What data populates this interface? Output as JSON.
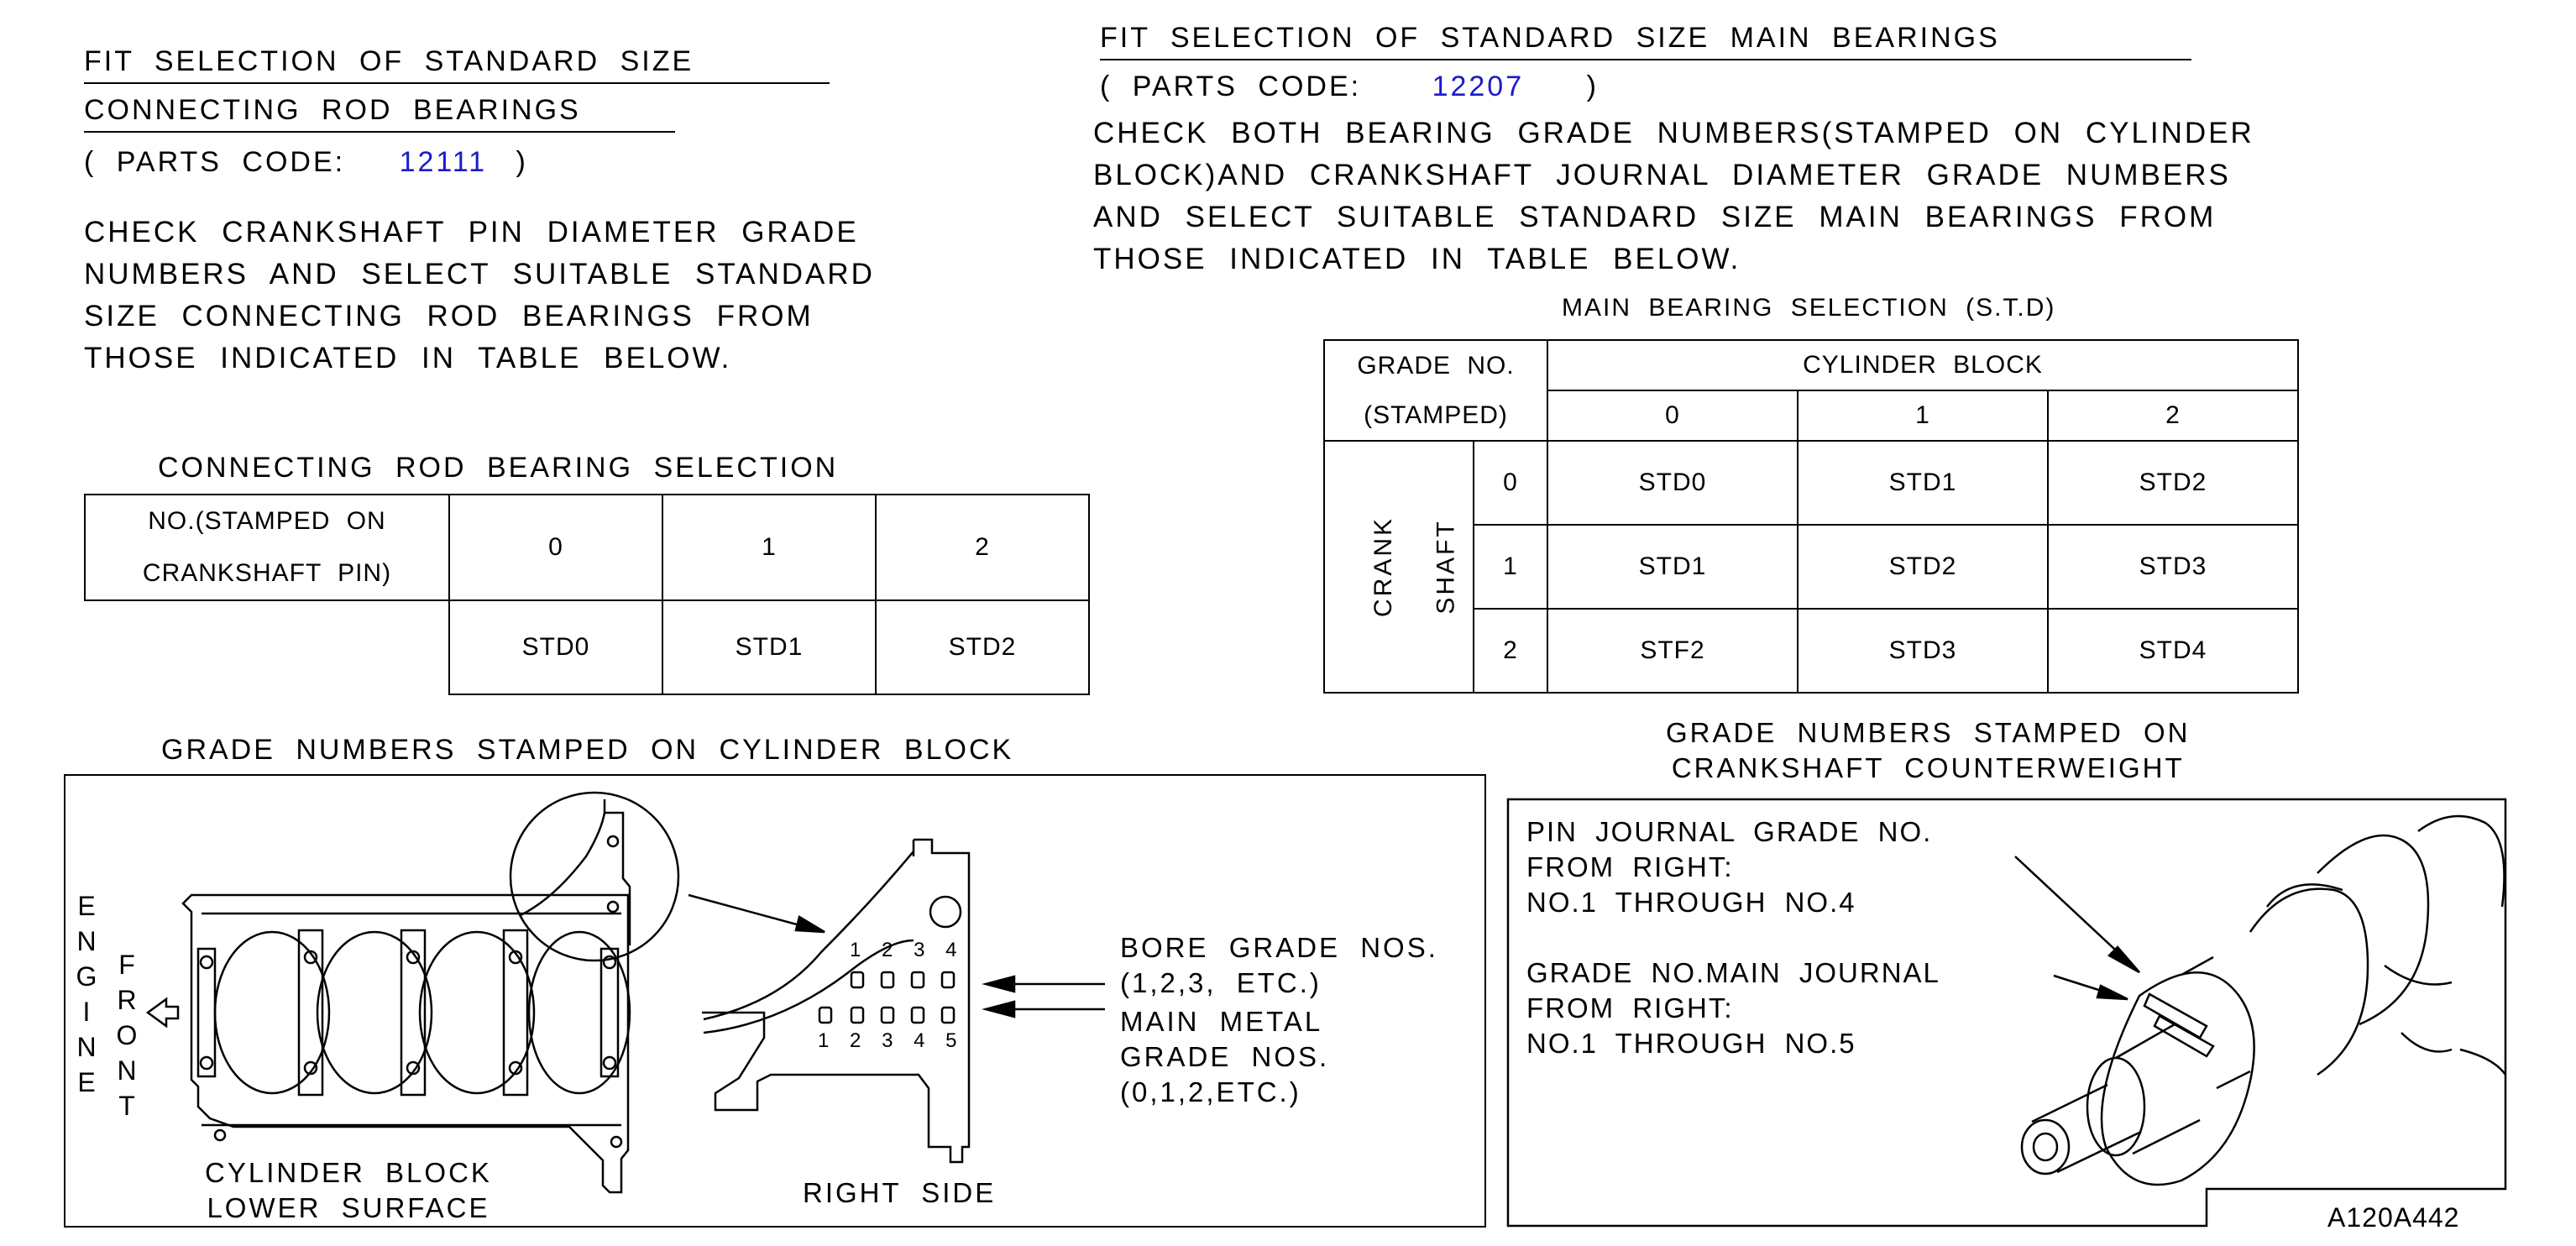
{
  "rod": {
    "title_line1": "FIT SELECTION OF STANDARD SIZE",
    "title_line2": "CONNECTING ROD BEARINGS",
    "parts_code_label": "( PARTS CODE:",
    "parts_code": "12111",
    "parts_code_close": ")",
    "instructions": "CHECK CRANKSHAFT PIN DIAMETER GRADE NUMBERS AND SELECT SUITABLE STANDARD SIZE CONNECTING ROD BEARINGS FROM THOSE INDICATED IN TABLE BELOW.",
    "table_title": "CONNECTING ROD BEARING SELECTION",
    "table_header_line1": "NO.(STAMPED ON",
    "table_header_line2": "CRANKSHAFT PIN)",
    "grades": [
      "0",
      "1",
      "2"
    ],
    "bearings": [
      "STD0",
      "STD1",
      "STD2"
    ]
  },
  "main": {
    "title": "FIT SELECTION OF STANDARD SIZE MAIN BEARINGS",
    "parts_code_label": "( PARTS CODE:",
    "parts_code": "12207",
    "parts_code_close": ")",
    "instructions": "CHECK BOTH BEARING GRADE NUMBERS(STAMPED ON CYLINDER BLOCK)AND CRANKSHAFT JOURNAL DIAMETER GRADE NUMBERS AND SELECT SUITABLE STANDARD SIZE MAIN BEARINGS FROM THOSE INDICATED IN TABLE BELOW.",
    "table_title": "MAIN BEARING SELECTION (S.T.D)",
    "grade_no_label": "GRADE NO.",
    "stamped_label": "(STAMPED)",
    "cylinder_block_label": "CYLINDER BLOCK",
    "crank_label": "CRANK",
    "shaft_label": "SHAFT",
    "block_grades": [
      "0",
      "1",
      "2"
    ],
    "crank_grades": [
      "0",
      "1",
      "2"
    ],
    "rows": [
      [
        "STD0",
        "STD1",
        "STD2"
      ],
      [
        "STD1",
        "STD2",
        "STD3"
      ],
      [
        "STF2",
        "STD3",
        "STD4"
      ]
    ]
  },
  "block_figure": {
    "title": "GRADE NUMBERS STAMPED ON CYLINDER BLOCK",
    "engine_label": "ENGINE",
    "front_label": "FRONT",
    "lower_surface_line1": "CYLINDER BLOCK",
    "lower_surface_line2": "LOWER SURFACE",
    "right_side_label": "RIGHT SIDE",
    "bore_grade_line1": "BORE GRADE NOS.",
    "bore_grade_line2": "(1,2,3, ETC.)",
    "main_metal_line1": "MAIN METAL",
    "main_metal_line2": "GRADE NOS.",
    "main_metal_line3": "(0,1,2,ETC.)",
    "stamp_numbers": [
      "1",
      "2",
      "3",
      "4"
    ],
    "stamp_numbers_lower": [
      "1",
      "2",
      "3",
      "4",
      "5"
    ]
  },
  "crank_figure": {
    "title_line1": "GRADE NUMBERS STAMPED ON",
    "title_line2": "CRANKSHAFT COUNTERWEIGHT",
    "pin_line1": "PIN JOURNAL GRADE NO.",
    "pin_line2": "FROM RIGHT:",
    "pin_line3": "NO.1 THROUGH NO.4",
    "main_line1": "GRADE NO.MAIN JOURNAL",
    "main_line2": "FROM RIGHT:",
    "main_line3": "NO.1 THROUGH NO.5"
  },
  "figure_id": "A120A442"
}
